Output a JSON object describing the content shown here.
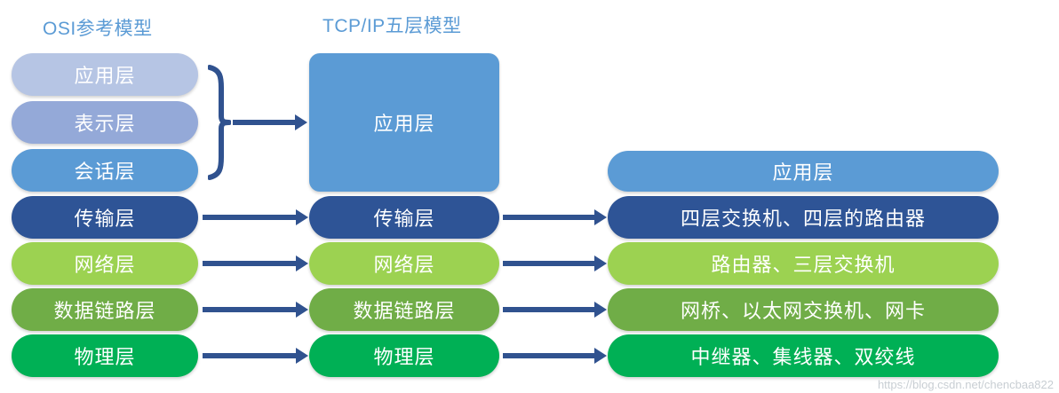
{
  "titles": {
    "osi": "OSI参考模型",
    "tcpip": "TCP/IP五层模型"
  },
  "colors": {
    "title_blue": "#5b9bd5",
    "arrow_navy": "#30528f",
    "lavender": "#b6c5e4",
    "steel": "#94a9d8",
    "blue": "#5b9bd5",
    "navy": "#2e5496",
    "lime": "#9cd251",
    "olive": "#70ad47",
    "green": "#00b055"
  },
  "osi_layers": [
    {
      "label": "应用层",
      "color": "lavender"
    },
    {
      "label": "表示层",
      "color": "steel"
    },
    {
      "label": "会话层",
      "color": "blue"
    },
    {
      "label": "传输层",
      "color": "navy"
    },
    {
      "label": "网络层",
      "color": "lime"
    },
    {
      "label": "数据链路层",
      "color": "olive"
    },
    {
      "label": "物理层",
      "color": "green"
    }
  ],
  "tcpip_layers": [
    {
      "label": "应用层",
      "color": "blue"
    },
    {
      "label": "传输层",
      "color": "navy"
    },
    {
      "label": "网络层",
      "color": "lime"
    },
    {
      "label": "数据链路层",
      "color": "olive"
    },
    {
      "label": "物理层",
      "color": "green"
    }
  ],
  "devices": [
    {
      "label": "应用层",
      "color": "blue"
    },
    {
      "label": "四层交换机、四层的路由器",
      "color": "navy"
    },
    {
      "label": "路由器、三层交换机",
      "color": "lime"
    },
    {
      "label": "网桥、以太网交换机、网卡",
      "color": "olive"
    },
    {
      "label": "中继器、集线器、双绞线",
      "color": "green"
    }
  ],
  "watermark": "https://blog.csdn.net/chencbaa822"
}
